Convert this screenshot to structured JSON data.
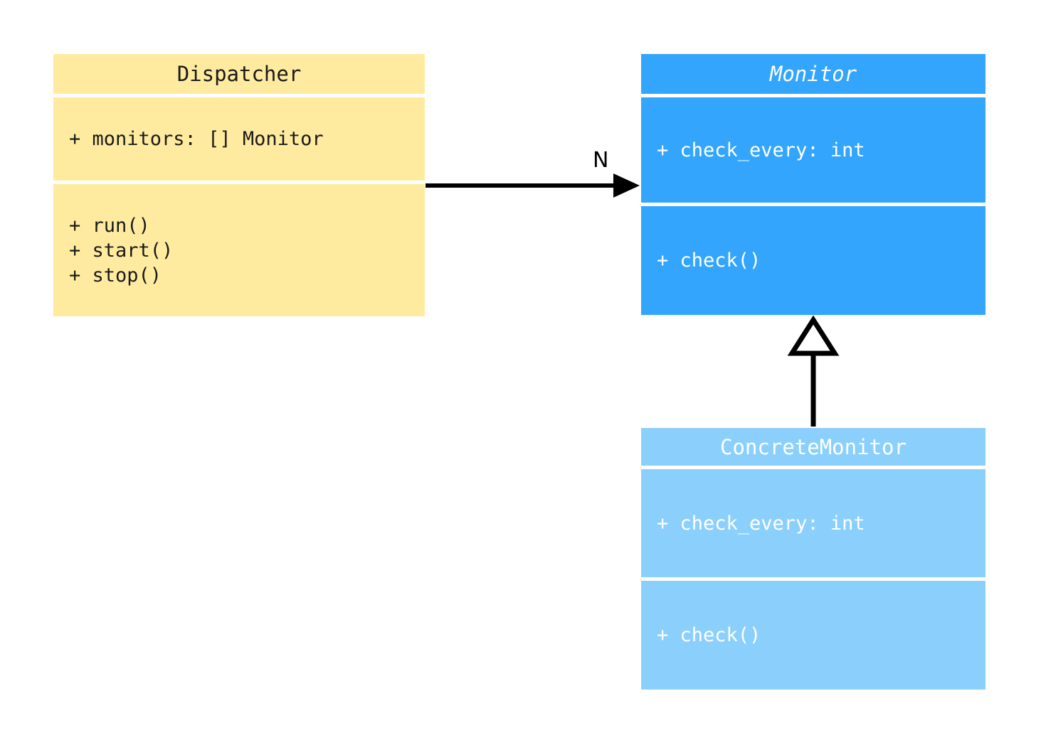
{
  "diagram": {
    "type": "uml-class-diagram",
    "background": "#ffffff",
    "classes": [
      {
        "id": "dispatcher",
        "name": "Dispatcher",
        "abstract": false,
        "fill": "#ffeba0",
        "text_color": "#1a1a1a",
        "attributes": [
          "+ monitors: [] Monitor"
        ],
        "methods": [
          "+ run()",
          "+ start()",
          "+ stop()"
        ]
      },
      {
        "id": "monitor",
        "name": "Monitor",
        "abstract": true,
        "fill": "#33a5fc",
        "text_color": "#ffffff",
        "attributes": [
          "+ check_every: int"
        ],
        "methods": [
          "+ check()"
        ]
      },
      {
        "id": "concrete_monitor",
        "name": "ConcreteMonitor",
        "abstract": false,
        "fill": "#8bd0fd",
        "text_color": "#ffffff",
        "attributes": [
          "+ check_every: int"
        ],
        "methods": [
          "+ check()"
        ]
      }
    ],
    "relationships": [
      {
        "id": "dispatcher-to-monitor",
        "kind": "association",
        "from": "Dispatcher",
        "to": "Monitor",
        "multiplicity_label": "N",
        "arrow": "filled-solid",
        "color": "#000000"
      },
      {
        "id": "concrete-monitor-to-monitor",
        "kind": "generalization",
        "from": "ConcreteMonitor",
        "to": "Monitor",
        "arrow": "hollow-triangle",
        "color": "#000000"
      }
    ]
  }
}
